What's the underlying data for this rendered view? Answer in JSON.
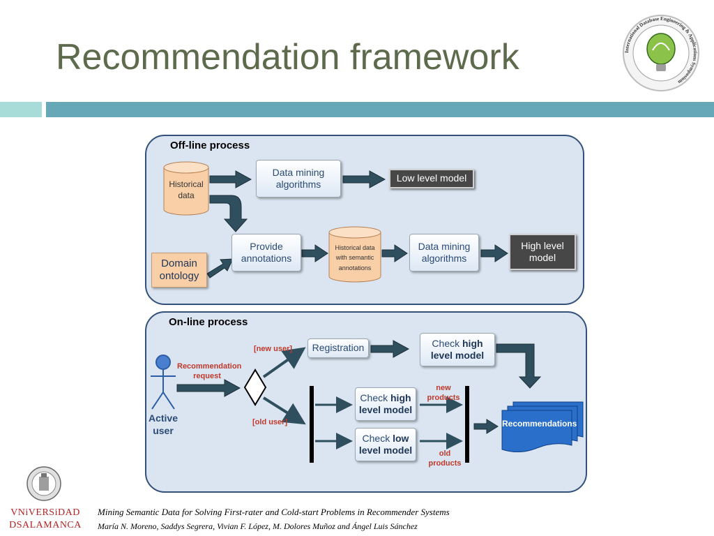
{
  "slide": {
    "title": "Recommendation framework",
    "footer_title": "Mining Semantic Data for Solving First-rater and Cold-start Problems in Recommender Systems",
    "footer_authors": "María N. Moreno, Saddys Segrera, Vivian F. López, M. Dolores Muñoz and Ángel Luis Sánchez",
    "university_line1": "VNiVERSiDAD",
    "university_line2": "DSALAMANCA",
    "conference_logo_text": "International Database Engineering & Applications Symposium"
  },
  "offline": {
    "label": "Off-line process",
    "historical_data_line1": "Historical",
    "historical_data_line2": "data",
    "data_mining_line1": "Data mining",
    "data_mining_line2": "algorithms",
    "low_level_model": "Low level model",
    "domain_ontology_line1": "Domain",
    "domain_ontology_line2": "ontology",
    "provide_annotations_line1": "Provide",
    "provide_annotations_line2": "annotations",
    "semantic_data_line1": "Historical data",
    "semantic_data_line2": "with semantic",
    "semantic_data_line3": "annotations",
    "data_mining2_line1": "Data mining",
    "data_mining2_line2": "algorithms",
    "high_level_model_line1": "High level",
    "high_level_model_line2": "model"
  },
  "online": {
    "label": "On-line process",
    "active_user_line1": "Active",
    "active_user_line2": "user",
    "request_line1": "Recommendation",
    "request_line2": "request",
    "new_user": "[new user]",
    "old_user": "[old user]",
    "registration": "Registration",
    "check1_a": "Check ",
    "check1_b": "high",
    "check1_c": "level model",
    "check2_a": "Check ",
    "check2_b": "high",
    "check2_c": "level model",
    "check3_a": "Check ",
    "check3_b": "low",
    "check3_c": "level model",
    "new_products_line1": "new",
    "new_products_line2": "products",
    "old_products_line1": "old",
    "old_products_line2": "products",
    "recommendations": "Recommendations"
  },
  "colors": {
    "title": "#5d6b4c",
    "panel_fill": "#dbe5f1",
    "panel_border": "#32507a",
    "arrow": "#2f4f5f",
    "peach": "#f9cfa8",
    "dark_box": "#474747",
    "red_label": "#c0392b",
    "recommendations": "#2a6fc9"
  }
}
